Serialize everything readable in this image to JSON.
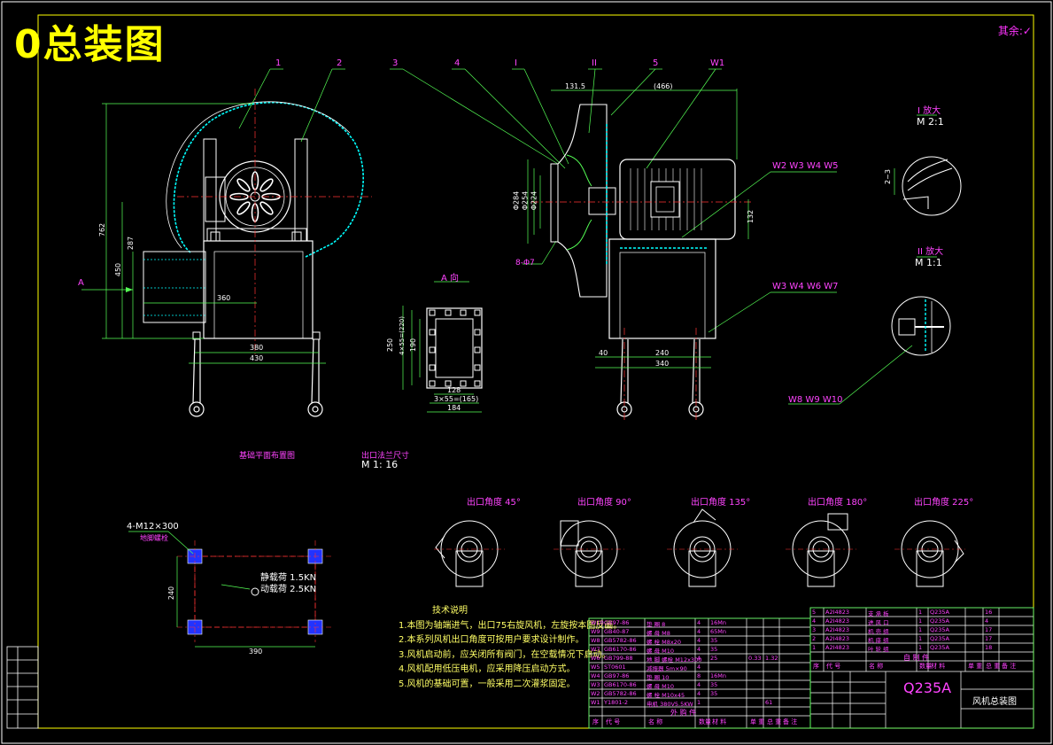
{
  "title": "0总装图",
  "corner_mark": "其余:✓",
  "callouts": [
    "1",
    "2",
    "3",
    "4",
    "I",
    "II",
    "5",
    "W1"
  ],
  "callout_group_1": "W2 W3 W4 W5",
  "callout_group_2": "W3 W4 W6 W7",
  "callout_group_3": "W8 W9 W10",
  "arrow_a": "A",
  "view_a_title": "A 向",
  "dims_front": {
    "h_total": "762",
    "h_450": "450",
    "h_287": "287",
    "w_360": "360",
    "w_380": "380",
    "w_430": "430"
  },
  "dims_side": {
    "d_131": "131.5",
    "d_466": "(466)",
    "phi_284": "Φ284",
    "phi_254": "Φ254",
    "phi_224": "Φ224",
    "d_132": "132",
    "holes": "8-Φ7",
    "d_40": "40",
    "d_240": "240",
    "d_340": "340"
  },
  "dims_view_a": {
    "h_250": "250",
    "h_4x55": "4×55=(220)",
    "h_190": "190",
    "w_128": "128",
    "w_3x55": "3×55=(165)",
    "w_184": "184"
  },
  "detail_i": {
    "label": "I 放大",
    "scale": "M 2:1",
    "dim": "2~3"
  },
  "detail_ii": {
    "label": "II 放大",
    "scale": "M 1:1"
  },
  "caption_base": "基础平面布置图",
  "caption_outlet": "出口法兰尺寸",
  "caption_outlet_scale": "M 1: 16",
  "outlet_angles": [
    "出口角度 45°",
    "出口角度 90°",
    "出口角度 135°",
    "出口角度 180°",
    "出口角度 225°"
  ],
  "foundation": {
    "bolts": "4-M12×300",
    "bolt_note": "地脚螺栓",
    "static_load": "静载荷 1.5KN",
    "dynamic_load": "动载荷 2.5KN",
    "w_390": "390",
    "h_240": "240"
  },
  "tech_title": "技术说明",
  "tech_notes": [
    "1.本图为轴端进气，出口75右旋风机，左旋按本图反画。",
    "2.本系列风机出口角度可按用户要求设计制作。",
    "3.风机启动前，应关闭所有阀门，在空载情况下启动。",
    "4.风机配用低压电机，应采用降压启动方式。",
    "5.风机的基础可置，一般采用二次灌浆固定。"
  ],
  "bom_left": [
    [
      "W10",
      "GB97-86",
      "垫 圈 8",
      "4",
      "16Mn",
      "",
      "",
      ""
    ],
    [
      "W9",
      "GB40-87",
      "螺 母 M8",
      "4",
      "65Mn",
      "",
      "",
      ""
    ],
    [
      "W8",
      "GB5782-86",
      "螺 栓 M8x20",
      "4",
      "35",
      "",
      "",
      ""
    ],
    [
      "W7",
      "GB6170-86",
      "螺 母 M10",
      "4",
      "35",
      "",
      "",
      ""
    ],
    [
      "W6",
      "GB799-88",
      "地 脚 螺栓 M12x300",
      "4",
      "25",
      "0.33",
      "1.32",
      ""
    ],
    [
      "W5",
      "ST0601",
      "减振器 5m×90",
      "4",
      "",
      "",
      "",
      ""
    ],
    [
      "W4",
      "GB97-86",
      "垫 圈 10",
      "8",
      "16Mn",
      "",
      "",
      ""
    ],
    [
      "W3",
      "GB6170-86",
      "螺 母 M10",
      "4",
      "35",
      "",
      "",
      ""
    ],
    [
      "W2",
      "GB5782-86",
      "螺 栓 M10x45",
      "4",
      "35",
      "",
      "",
      ""
    ],
    [
      "W1",
      "Y1801-2",
      "电机 380V5.5KW",
      "1",
      "",
      "",
      "61",
      ""
    ]
  ],
  "bom_left_header": [
    "序",
    "代 号",
    "名 称",
    "数量",
    "材 料",
    "单 重",
    "总 重",
    "备 注"
  ],
  "bom_left_footer": "外 购 件",
  "bom_right": [
    [
      "5",
      "A2I4823",
      "支 承 板",
      "1",
      "Q235A",
      "",
      "16",
      ""
    ],
    [
      "4",
      "A2I4823",
      "进 风 口",
      "1",
      "Q235A",
      "",
      "4",
      ""
    ],
    [
      "3",
      "A2I4823",
      "机 壳 组",
      "1",
      "Q235A",
      "",
      "17",
      ""
    ],
    [
      "2",
      "A2I4823",
      "机 座 组",
      "1",
      "Q235A",
      "",
      "17",
      ""
    ],
    [
      "1",
      "A2I4823",
      "叶 轮 组",
      "1",
      "Q235A",
      "",
      "18",
      ""
    ]
  ],
  "bom_right_footer": "自 制 件",
  "material_cell": "Q235A",
  "drawing_name": "风机总装图"
}
